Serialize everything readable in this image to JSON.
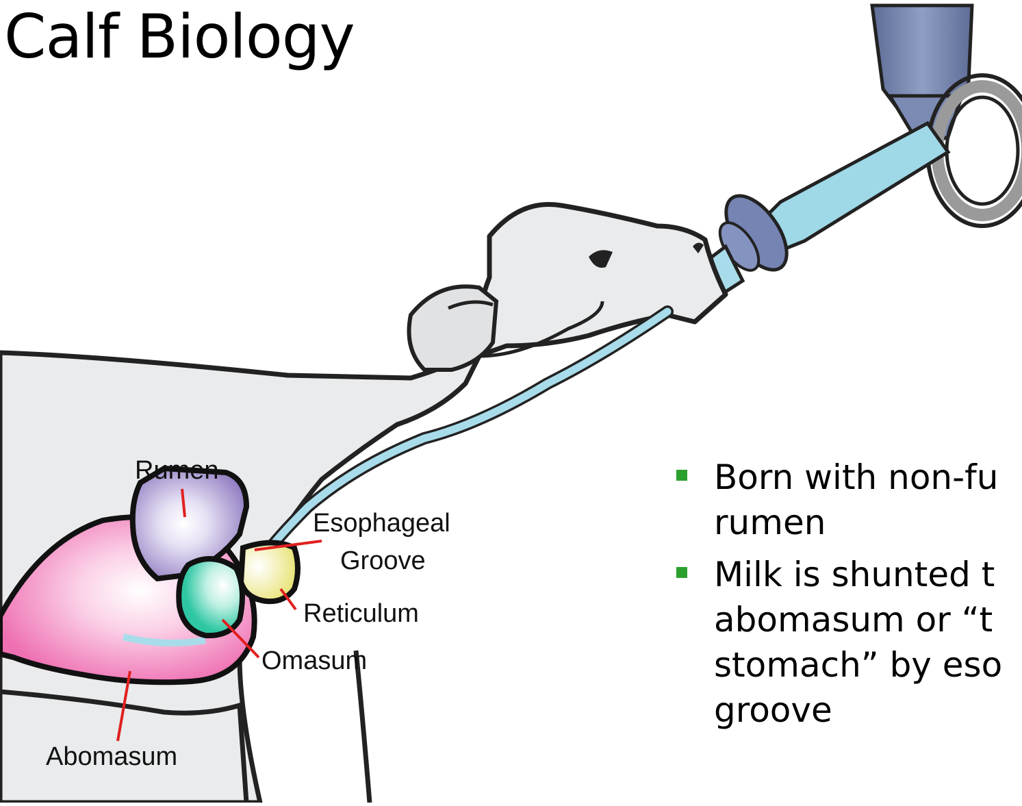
{
  "title": "Calf Biology",
  "labels": {
    "rumen": "Rumen",
    "esophageal_1": "Esophageal",
    "esophageal_2": "Groove",
    "reticulum": "Reticulum",
    "omasum": "Omasum",
    "abomasum": "Abomasum"
  },
  "bullets": [
    {
      "lines": [
        "Born with non-fu",
        "rumen"
      ]
    },
    {
      "lines": [
        "Milk is shunted t",
        "abomasum or “t",
        "stomach” by eso",
        "groove"
      ]
    }
  ],
  "colors": {
    "rumen": "#8f7bc0",
    "reticulum": "#f1ee9c",
    "omasum": "#3fc9a8",
    "abomasum": "#f07ab8",
    "esophagus": "#a9dcea",
    "calf_body": "#e9ebec",
    "bullet_marker": "#2ca02c",
    "leader": "#e02020"
  }
}
